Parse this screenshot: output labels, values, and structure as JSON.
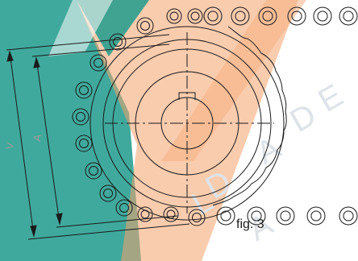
{
  "figure": {
    "caption": "fig. 3",
    "dimension_labels": [
      "V",
      "A"
    ]
  },
  "watermark": {
    "letters": [
      "A",
      "L",
      "D",
      "A",
      "D",
      "E"
    ]
  },
  "colors": {
    "watermark_teal": "#1f9a8c",
    "watermark_orange": "#f5a36b",
    "line": "#1a1a1a",
    "faint": "#dde3e8"
  }
}
